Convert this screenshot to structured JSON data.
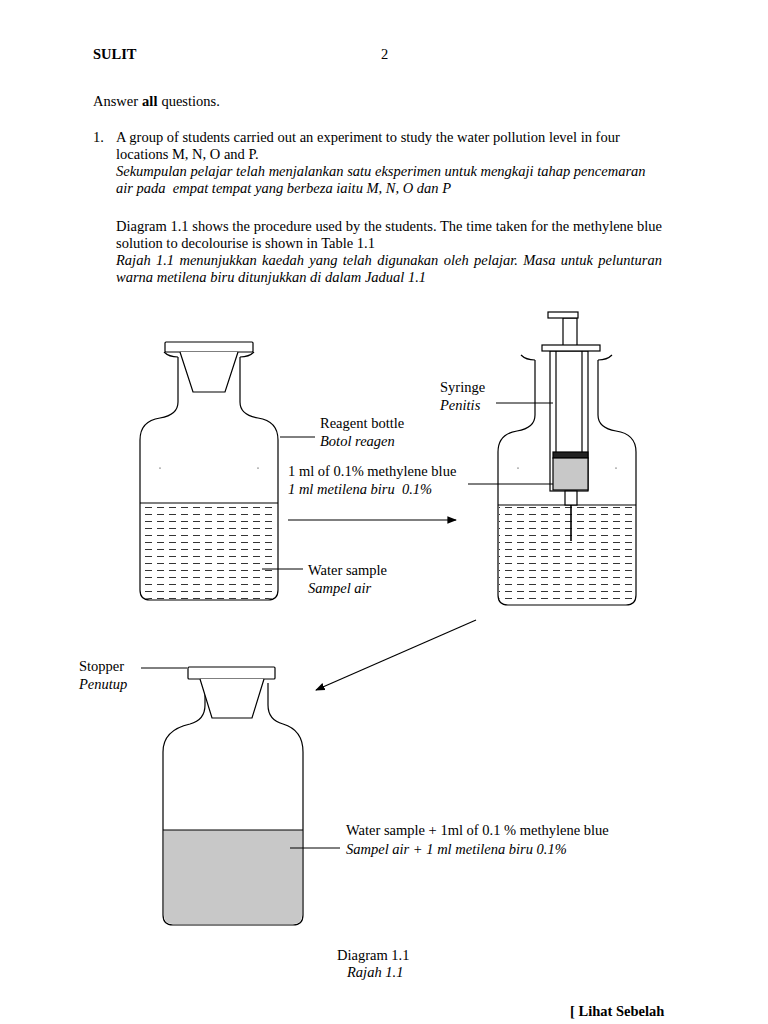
{
  "diagram": {
    "labels": [
      "SULIT",
      "2",
      "Answer",
      "all",
      "questions.",
      "1.",
      "A group of students carried out an experiment to study the water pollution level in four locations M, N, O and P.",
      "Sekumpulan pelajar telah menjalankan satu eksperimen untuk mengkaji tahap pencemaran  air pada  empat tempat yang berbeza iaitu M, N, O dan P",
      "Diagram 1.1 shows the procedure used by the students. The time taken for the methylene blue solution to decolourise is shown in Table 1.1",
      "Rajah 1.1 menunjukkan kaedah yang telah digunakan oleh pelajar. Masa untuk pelunturan warna metilena biru ditunjukkan di dalam Jadual 1.1",
      "Syringe",
      "Penitis",
      "Reagent bottle",
      "Botol reagen",
      "1 ml of 0.1% methylene blue",
      "1 ml metilena biru  0.1%",
      "Water sample",
      "Sampel air",
      "Stopper",
      "Penutup",
      "Water sample + 1ml of 0.1 % methylene blue",
      "Sampel air + 1 ml metilena biru 0.1%",
      "Diagram 1.1",
      "Rajah 1.1",
      "[ Lihat Sebelah"
    ]
  }
}
